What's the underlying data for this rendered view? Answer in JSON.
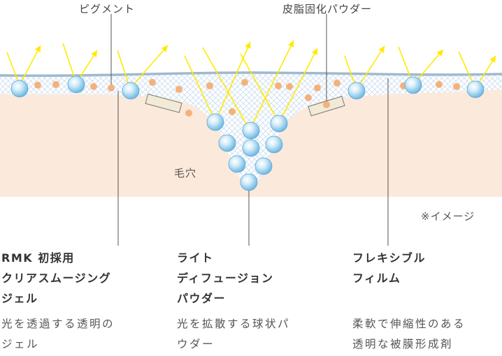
{
  "labels": {
    "pigment": "ピグメント",
    "sebum_powder": "皮脂固化パウダー",
    "pore": "毛穴",
    "note": "※イメージ"
  },
  "columns": [
    {
      "title": [
        "RMK 初採用",
        "クリアスムージング",
        "ジェル"
      ],
      "desc": [
        "光を透過する透明の",
        "ジェル"
      ]
    },
    {
      "title": [
        "ライト",
        "ディフュージョン",
        "パウダー"
      ],
      "desc": [
        "光を拡散する球状パ",
        "ウダー"
      ]
    },
    {
      "title": [
        "フレキシブル",
        "フィルム"
      ],
      "desc": [
        "柔軟で伸縮性のある",
        "透明な被膜形成剤"
      ]
    }
  ],
  "colors": {
    "skin": "#fbe9dc",
    "gel_mesh": "#c9dcef",
    "film": "#9fb9cf",
    "sphere": "#7fc4e8",
    "pigment_dot": "#f3b27b",
    "light_ray": "#ffea00",
    "leader_line": "#555555"
  }
}
